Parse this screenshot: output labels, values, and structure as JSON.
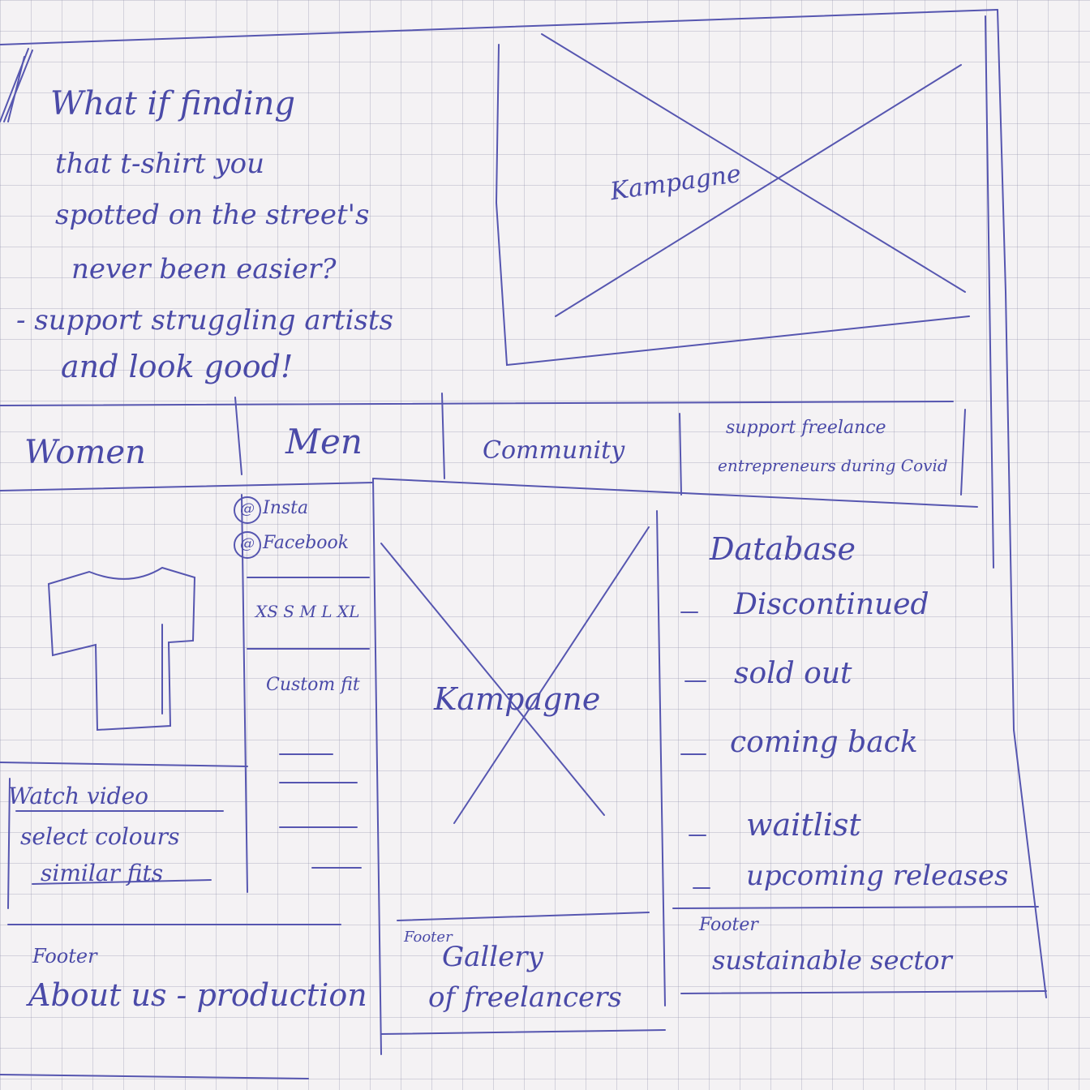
{
  "hero": {
    "lines": [
      "What if finding",
      "that t-shirt you",
      "spotted on the street's",
      "never been easier?",
      "- support struggling artists",
      "and look good!"
    ],
    "campaign_label": "Kampagne"
  },
  "nav": {
    "items": [
      "Women",
      "Men",
      "Community"
    ],
    "tagline_line1": "support freelance",
    "tagline_line2": "entrepreneurs during Covid"
  },
  "product": {
    "icon": "tshirt-icon",
    "links": [
      "Watch video",
      "select colours",
      "similar fits"
    ],
    "social": [
      "Insta",
      "Facebook"
    ],
    "social_symbol": "@",
    "sizes": "XS S M L XL",
    "custom_fit": "Custom fit"
  },
  "center": {
    "campaign_label": "Kampagne",
    "footer_label": "Footer",
    "footer_text_line1": "Gallery",
    "footer_text_line2": "of freelancers"
  },
  "database": {
    "title": "Database",
    "items": [
      "Discontinued",
      "sold out",
      "coming back",
      "waitlist",
      "upcoming releases"
    ],
    "footer_label": "Footer",
    "footer_text": "sustainable sector"
  },
  "left_footer": {
    "label": "Footer",
    "text": "About us - production"
  }
}
